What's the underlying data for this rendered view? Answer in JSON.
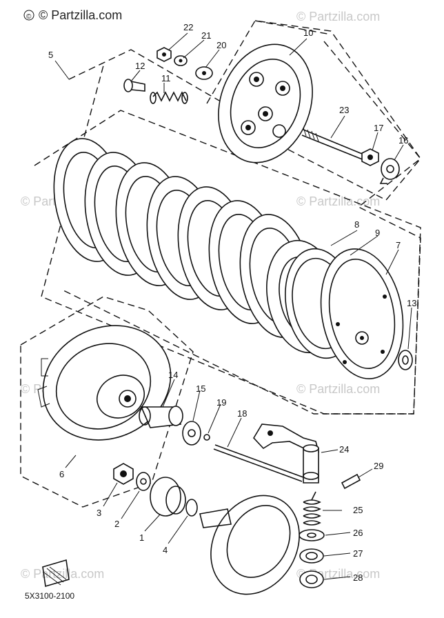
{
  "watermarks": {
    "top_left": "© Partzilla.com",
    "faint": "© Partzilla.com"
  },
  "diagram_code": "5X3100-2100",
  "callouts": [
    "1",
    "2",
    "3",
    "4",
    "5",
    "6",
    "7",
    "8",
    "9",
    "10",
    "11",
    "12",
    "13",
    "14",
    "15",
    "16",
    "17",
    "18",
    "19",
    "20",
    "21",
    "22",
    "23",
    "24",
    "25",
    "26",
    "27",
    "28",
    "29"
  ]
}
